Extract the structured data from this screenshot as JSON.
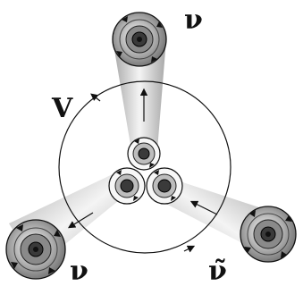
{
  "diagram": {
    "labels": {
      "nu_top": "ν",
      "nu_left": "ν",
      "nu_tilde_right": "ν̃",
      "V": "V"
    },
    "colors": {
      "tube_light": "#efefef",
      "tube_mid": "#c8c8c8",
      "tube_dark": "#9a9a9a",
      "vortex_core": "#2a2a2a",
      "vortex_ring": "#777777",
      "lines": "#111111",
      "background": "#ffffff"
    },
    "icons": [
      "vortex-icon",
      "arrow-icon"
    ]
  }
}
